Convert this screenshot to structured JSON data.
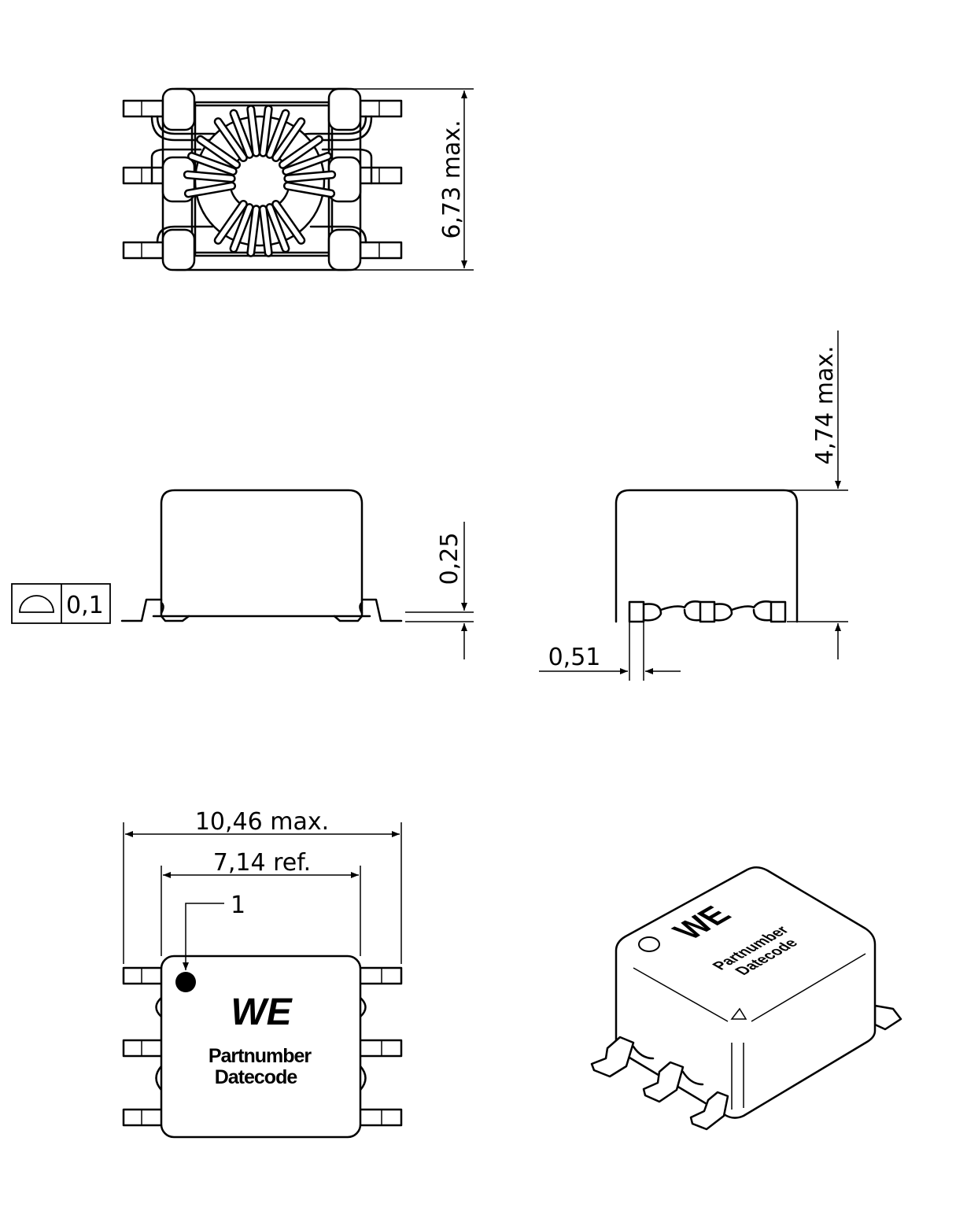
{
  "drawing": {
    "top_view": {
      "height_dim": "6,73  max."
    },
    "side_view": {
      "flatness_value": "0,1",
      "standoff_dim": "0,25"
    },
    "end_view": {
      "height_dim": "4,74  max.",
      "lead_width_dim": "0,51"
    },
    "bottom_view": {
      "length_dim": "10,46  max.",
      "body_dim": "7,14  ref.",
      "pin_label": "1",
      "logo": "WE",
      "partnumber": "Partnumber",
      "datecode": "Datecode"
    },
    "iso_view": {
      "logo": "WE",
      "partnumber": "Partnumber",
      "datecode": "Datecode"
    }
  }
}
